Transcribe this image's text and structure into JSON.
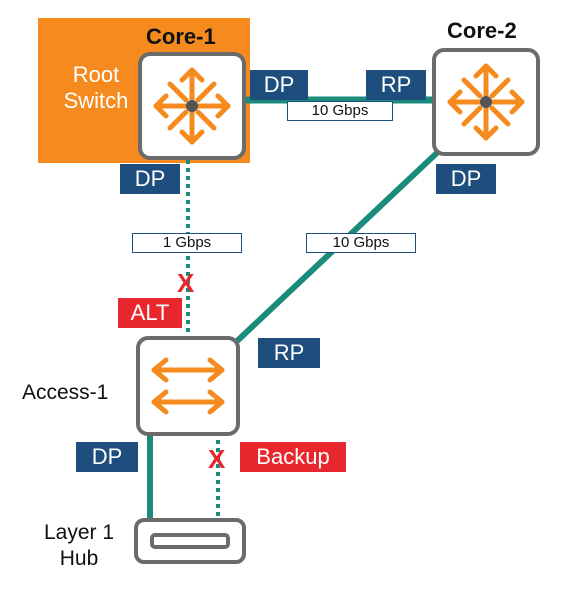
{
  "nodes": {
    "core1": {
      "name": "Core-1",
      "role": "Root\nSwitch"
    },
    "core2": {
      "name": "Core-2"
    },
    "access1": {
      "name": "Access-1"
    },
    "hub": {
      "name": "Layer 1\nHub"
    }
  },
  "ports": {
    "core1_right": "DP",
    "core2_left": "RP",
    "core1_down": "DP",
    "core2_down": "DP",
    "access1_up": "RP",
    "access1_alt": "ALT",
    "access1_hub_dp": "DP",
    "access1_hub_backup": "Backup"
  },
  "links": {
    "core1_core2_speed": "10 Gbps",
    "core1_access1_speed": "1 Gbps",
    "core2_access1_speed": "10 Gbps"
  },
  "blocked_mark": "X",
  "colors": {
    "root_bg": "#f58b1f",
    "link": "#1b8c7c",
    "port_tag": "#1d4e7e",
    "blocked": "#e8262d",
    "device_border": "#6b6b6b",
    "router_icon": "#f58b1f"
  },
  "icons": {
    "core1": "router-icon",
    "core2": "router-icon",
    "access1": "switch-icon",
    "hub": "hub-icon"
  }
}
